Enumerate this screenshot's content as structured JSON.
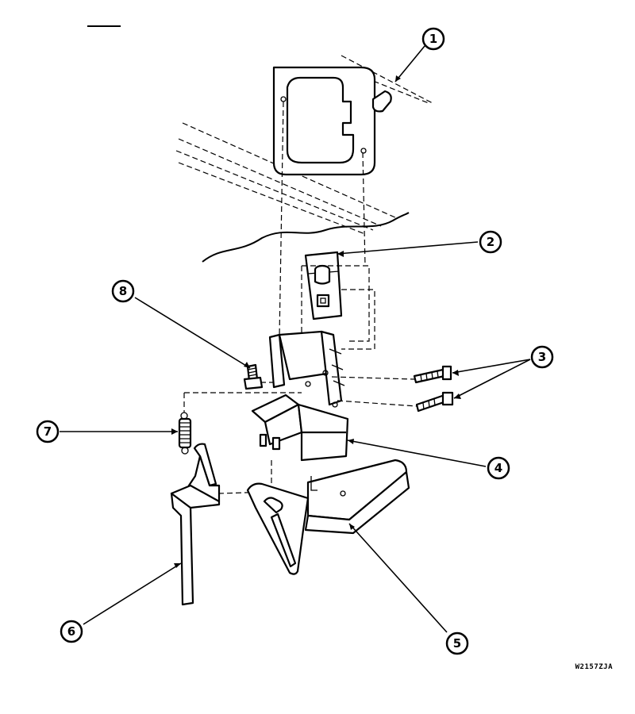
{
  "diagram": {
    "callouts": [
      {
        "id": "callout-1",
        "label": "1"
      },
      {
        "id": "callout-2",
        "label": "2"
      },
      {
        "id": "callout-3",
        "label": "3"
      },
      {
        "id": "callout-4",
        "label": "4"
      },
      {
        "id": "callout-5",
        "label": "5"
      },
      {
        "id": "callout-6",
        "label": "6"
      },
      {
        "id": "callout-7",
        "label": "7"
      },
      {
        "id": "callout-8",
        "label": "8"
      }
    ],
    "reference_code": "W2157ZJA"
  }
}
